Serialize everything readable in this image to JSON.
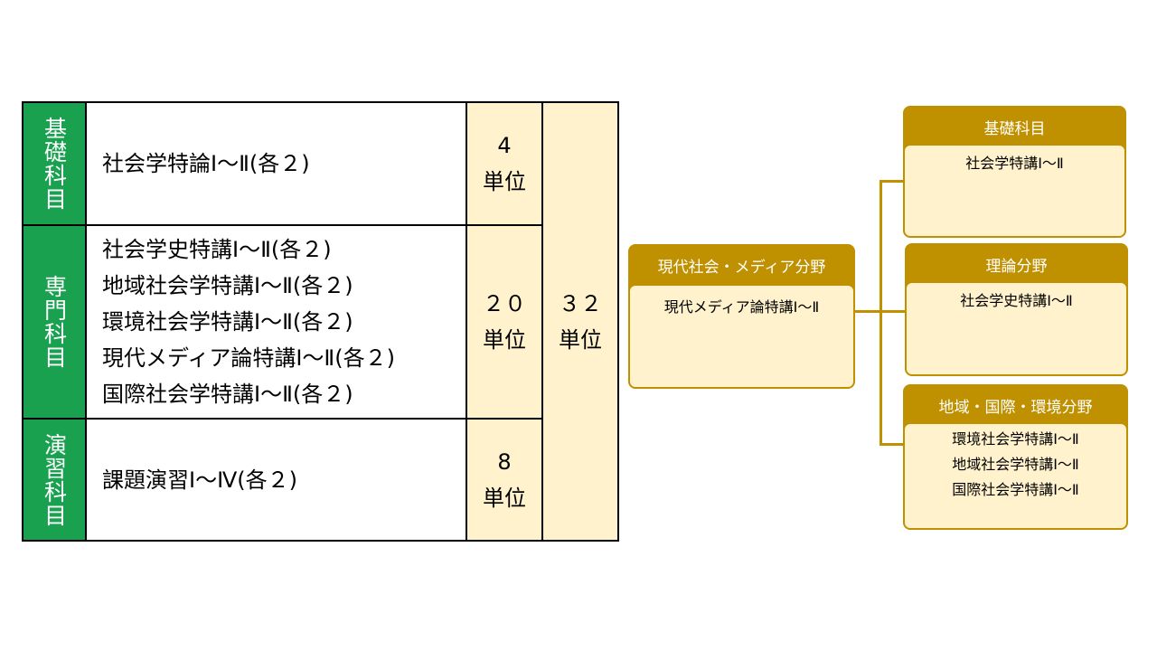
{
  "table": {
    "rows": [
      {
        "category": "基礎科目",
        "subjects": [
          "社会学特論Ⅰ～Ⅱ(各２)"
        ],
        "credit_value": "4",
        "credit_unit": "単位"
      },
      {
        "category": "専門科目",
        "subjects": [
          "社会学史特講Ⅰ～Ⅱ(各２)",
          "地域社会学特講Ⅰ～Ⅱ(各２)",
          "環境社会学特講Ⅰ～Ⅱ(各２)",
          "現代メディア論特講Ⅰ～Ⅱ(各２)",
          "国際社会学特講Ⅰ～Ⅱ(各２)"
        ],
        "credit_value": "２０",
        "credit_unit": "単位"
      },
      {
        "category": "演習科目",
        "subjects": [
          "課題演習Ⅰ～Ⅳ(各２)"
        ],
        "credit_value": "8",
        "credit_unit": "単位"
      }
    ],
    "total": {
      "value": "３２",
      "unit": "単位"
    }
  },
  "diagram": {
    "root": {
      "title": "現代社会・メディア分野",
      "items": [
        "現代メディア論特講Ⅰ～Ⅱ"
      ]
    },
    "branches": [
      {
        "title": "基礎科目",
        "items": [
          "社会学特講Ⅰ～Ⅱ"
        ]
      },
      {
        "title": "理論分野",
        "items": [
          "社会学史特講Ⅰ～Ⅱ"
        ]
      },
      {
        "title": "地域・国際・環境分野",
        "items": [
          "環境社会学特講Ⅰ～Ⅱ",
          "地域社会学特講Ⅰ～Ⅱ",
          "国際社会学特講Ⅰ～Ⅱ"
        ]
      }
    ]
  },
  "colors": {
    "category_green": "#1aa150",
    "credit_fill": "#fff2cc",
    "header_gold": "#bf9000",
    "box_fill": "#fff2cc"
  }
}
